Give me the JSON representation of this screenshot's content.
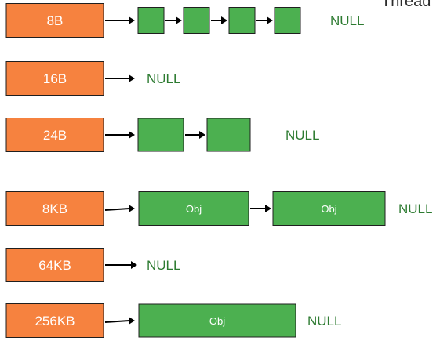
{
  "title": "Thread",
  "colors": {
    "size_fill": "#f6823f",
    "node_fill": "#4cb050",
    "null_text": "#2d7b31",
    "outline": "#1f1f1f",
    "arrow": "#000000"
  },
  "rows": [
    {
      "label": "8B",
      "null_label": "NULL",
      "nodes": [
        "",
        "",
        "",
        ""
      ]
    },
    {
      "label": "16B",
      "null_label": "NULL",
      "nodes": []
    },
    {
      "label": "24B",
      "null_label": "NULL",
      "nodes": [
        "",
        ""
      ]
    },
    {
      "label": "8KB",
      "null_label": "NULL",
      "nodes": [
        "Obj",
        "Obj"
      ]
    },
    {
      "label": "64KB",
      "null_label": "NULL",
      "nodes": []
    },
    {
      "label": "256KB",
      "null_label": "NULL",
      "nodes": [
        "Obj"
      ]
    }
  ]
}
